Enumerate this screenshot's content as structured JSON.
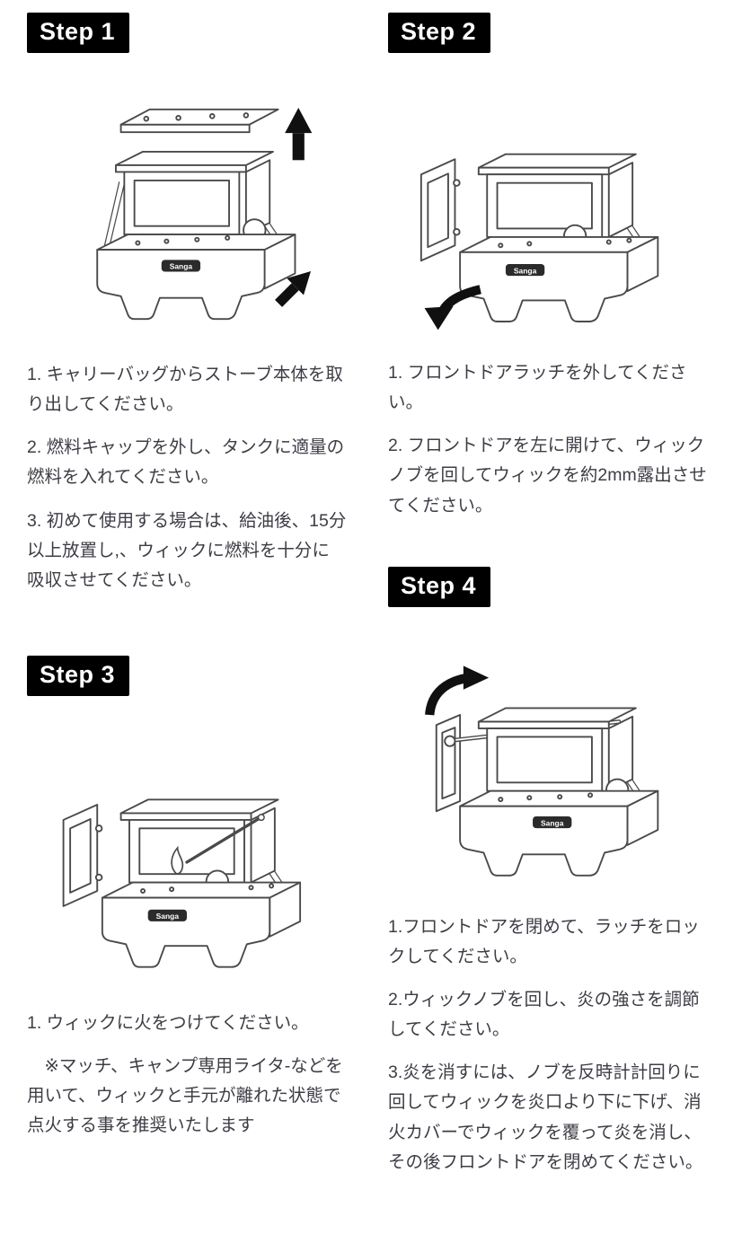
{
  "brand": "Sanga",
  "steps": [
    {
      "label": "Step 1",
      "paragraphs": [
        "1. キャリーバッグからストーブ本体を取り出してください。",
        "2. 燃料キャップを外し、タンクに適量の燃料を入れてください。",
        "3. 初めて使用する場合は、給油後、15分以上放置し,、ウィックに燃料を十分に吸収させてください。"
      ]
    },
    {
      "label": "Step 2",
      "paragraphs": [
        "1. フロントドアラッチを外してください。",
        "2. フロントドアを左に開けて、ウィックノブを回してウィックを約2mm露出させてください。"
      ]
    },
    {
      "label": "Step 3",
      "paragraphs": [
        "1. ウィックに火をつけてください。",
        "　※マッチ、キャンプ専用ライタ-などを用いて、ウィックと手元が離れた状態で点火する事を推奨いたします"
      ]
    },
    {
      "label": "Step 4",
      "paragraphs": [
        "1.フロントドアを閉めて、ラッチをロックしてください。",
        "2.ウィックノブを回し、炎の強さを調節してください。",
        "3.炎を消すには、ノブを反時計計回りに回してウィックを炎口より下に下げ、消火カバーでウィックを覆って炎を消し、その後フロントドアを閉めてください。"
      ]
    }
  ]
}
